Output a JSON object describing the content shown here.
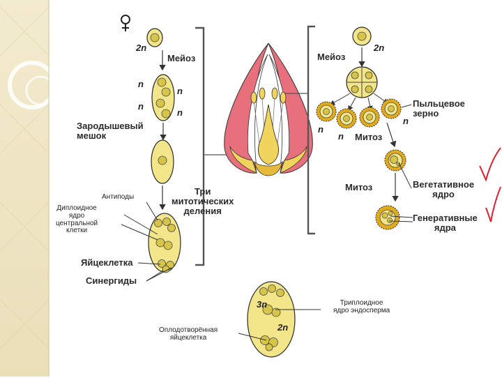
{
  "colors": {
    "cell_fill": "#f2e58a",
    "cell_stroke": "#2a2a2a",
    "nucleus_fill": "#d7c54a",
    "pollen_ring": "#e1ab1c",
    "petal_red": "#e86f7c",
    "petal_yellow": "#f1d45d",
    "check_red": "#e0202e",
    "panel_beige": "#efe6c6"
  },
  "icons": {
    "female_symbol": "female-symbol-icon",
    "check_marks": "red-check-mark-icon"
  },
  "labels": {
    "female_sign": "♀",
    "ploidy_2n_left": "2n",
    "meiosis_left": "Мейоз",
    "n1": "n",
    "n2": "n",
    "n3": "n",
    "n4": "n",
    "embryo_sac": "Зародышевый\nмешок",
    "three_mitoses": "Три\nмитотических\nделения",
    "antipodes": "Антиподы",
    "diploid_nucleus": "Диплоидное\nядро\nцентральной\nклетки",
    "egg_cell": "Яйцеклетка",
    "synergids": "Синергиды",
    "meiosis_right": "Мейоз",
    "ploidy_2n_right": "2n",
    "pollen_grain": "Пыльцевое\nзерно",
    "n_pollen_1": "n",
    "n_pollen_2": "n",
    "n_pollen_3": "n",
    "mitosis_small": "Митоз",
    "mitosis_right": "Митоз",
    "vegetative_nucleus": "Вегетативное\nядро",
    "generative_nuclei": "Генеративные\nядра",
    "ploidy_3n": "3n",
    "ploidy_2n_zygote": "2n",
    "triploid_endosperm": "Триплоидное\nядро эндосперма",
    "fertilized_egg": "Оплодотворённая\nяйцеклетка"
  }
}
